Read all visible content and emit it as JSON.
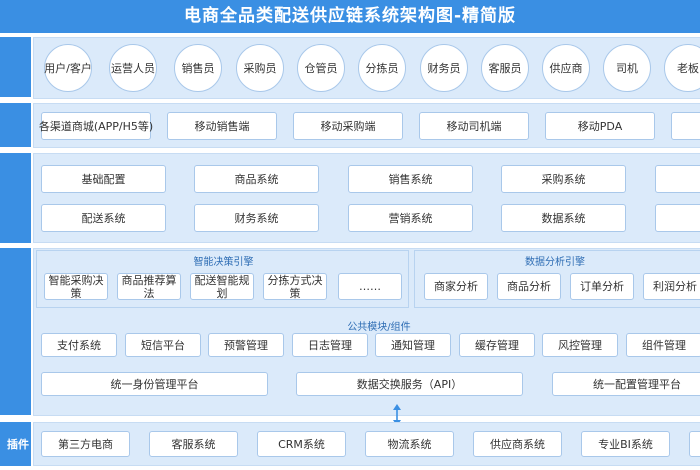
{
  "title": "电商全品类配送供应链系统架构图-精简版",
  "layers": {
    "layer1": "",
    "layer2": "",
    "layer3": "",
    "layer4": "",
    "layer5": "插件"
  },
  "roles": [
    "用户/客户",
    "运营人员",
    "销售员",
    "采购员",
    "仓管员",
    "分拣员",
    "财务员",
    "客服员",
    "供应商",
    "司机",
    "老板"
  ],
  "terminals": [
    "各渠道商城(APP/H5等)",
    "移动销售端",
    "移动采购端",
    "移动司机端",
    "移动PDA",
    ""
  ],
  "systems_row1": [
    "基础配置",
    "商品系统",
    "销售系统",
    "采购系统",
    ""
  ],
  "systems_row2": [
    "配送系统",
    "财务系统",
    "营销系统",
    "数据系统",
    ""
  ],
  "decision_engine": {
    "title": "智能决策引擎",
    "items": [
      "智能采购决策",
      "商品推荐算法",
      "配送智能规划",
      "分拣方式决策",
      "……"
    ]
  },
  "data_engine": {
    "title": "数据分析引擎",
    "items": [
      "商家分析",
      "商品分析",
      "订单分析",
      "利润分析"
    ]
  },
  "common": {
    "title": "公共模块/组件",
    "row1": [
      "支付系统",
      "短信平台",
      "预警管理",
      "日志管理",
      "通知管理",
      "缓存管理",
      "风控管理",
      "组件管理"
    ],
    "row2": [
      "统一身份管理平台",
      "数据交换服务（API）",
      "统一配置管理平台"
    ]
  },
  "plugins": [
    "第三方电商",
    "客服系统",
    "CRM系统",
    "物流系统",
    "供应商系统",
    "专业BI系统",
    ""
  ]
}
